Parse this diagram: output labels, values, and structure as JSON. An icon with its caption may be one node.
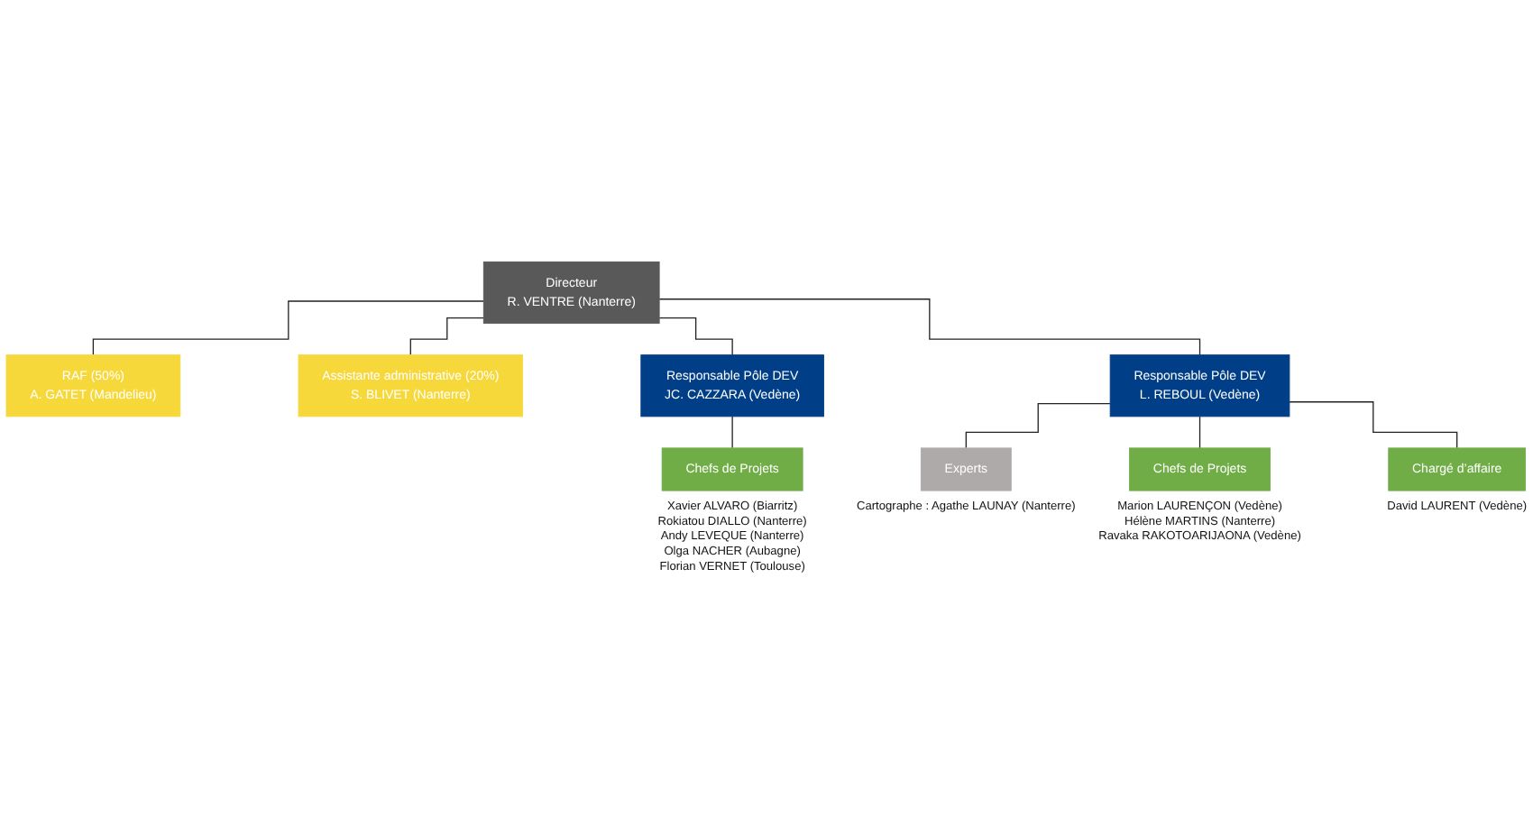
{
  "diagram": {
    "nodes": [
      {
        "text": [
          "Directeur",
          "R. VENTRE (Nanterre)"
        ]
      },
      {
        "text": [
          "RAF (50%)",
          "A. GATET (Mandelieu)"
        ]
      },
      {
        "text": [
          "Assistante administrative (20%)",
          "S. BLIVET (Nanterre)"
        ]
      },
      {
        "text": [
          "Responsable Pôle DEV",
          "JC. CAZZARA (Vedène)"
        ]
      },
      {
        "text": [
          "Responsable Pôle DEV",
          "L. REBOUL (Vedène)"
        ]
      },
      {
        "text": [
          "Chefs de Projets"
        ],
        "beside": [
          "Xavier ALVARO (Biarritz)",
          "Rokiatou DIALLO (Nanterre)",
          "Andy LEVEQUE (Nanterre)",
          "Olga NACHER (Aubagne)",
          "Florian VERNET (Toulouse)"
        ]
      },
      {
        "text": [
          "Experts"
        ],
        "beside": [
          "Cartographe : Agathe LAUNAY (Nanterre)"
        ]
      },
      {
        "text": [
          "Chefs de Projets"
        ],
        "beside": [
          "Marion LAURENÇON (Vedène)",
          "Hélène MARTINS (Nanterre)",
          "Ravaka RAKOTOARIJAONA (Vedène)"
        ]
      },
      {
        "text": [
          "Chargé d’affaire"
        ],
        "beside": [
          "David LAURENT (Vedène)"
        ]
      }
    ],
    "edges": [
      {
        "from": 0,
        "to": 1,
        "arrow": "none"
      },
      {
        "from": 0,
        "to": 2,
        "arrow": "none"
      },
      {
        "from": 0,
        "to": 3,
        "arrow": "none"
      },
      {
        "from": 0,
        "to": 4,
        "arrow": "none"
      },
      {
        "from": 3,
        "to": 5,
        "arrow": "none"
      },
      {
        "from": 4,
        "to": 6,
        "arrow": "none"
      },
      {
        "from": 4,
        "to": 7,
        "arrow": "none"
      },
      {
        "from": 4,
        "to": 8,
        "arrow": "none"
      }
    ]
  }
}
